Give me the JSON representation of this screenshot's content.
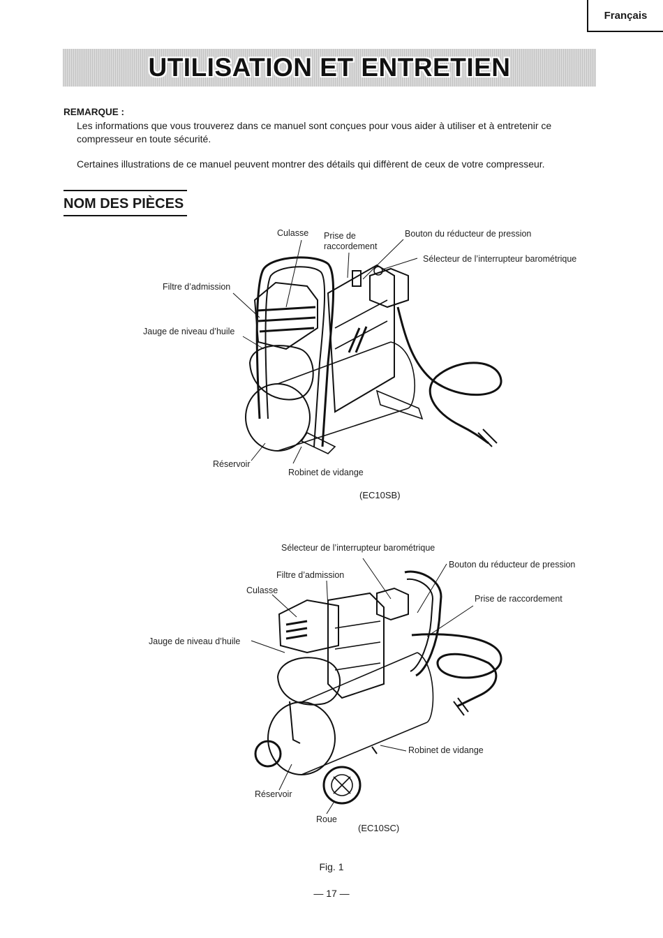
{
  "header": {
    "language_tab": "Français"
  },
  "banner": {
    "title": "UTILISATION ET ENTRETIEN"
  },
  "remarque": {
    "label": "REMARQUE :",
    "paragraph1": "Les informations que vous trouverez dans ce manuel sont conçues pour vous aider à utiliser et à entretenir ce compresseur en toute sécurité.",
    "paragraph2": "Certaines illustrations de ce manuel peuvent montrer des détails qui diffèrent de ceux de votre compresseur."
  },
  "section": {
    "title": "NOM DES PIÈCES"
  },
  "figure1": {
    "model": "(EC10SB)",
    "labels": {
      "culasse": "Culasse",
      "prise": "Prise de raccordement",
      "bouton": "Bouton du réducteur de pression",
      "selecteur": "Sélecteur de l’interrupteur barométrique",
      "filtre": "Filtre d’admission",
      "jauge": "Jauge de niveau d’huile",
      "reservoir": "Réservoir",
      "robinet": "Robinet de vidange"
    }
  },
  "figure2": {
    "model": "(EC10SC)",
    "labels": {
      "selecteur": "Sélecteur de l’interrupteur barométrique",
      "bouton": "Bouton du réducteur de pression",
      "filtre": "Filtre d’admission",
      "culasse": "Culasse",
      "prise": "Prise de raccordement",
      "jauge": "Jauge de niveau d’huile",
      "robinet": "Robinet de vidange",
      "reservoir": "Réservoir",
      "roue": "Roue"
    }
  },
  "footer": {
    "figure_label": "Fig. 1",
    "page_number": "— 17 —"
  }
}
